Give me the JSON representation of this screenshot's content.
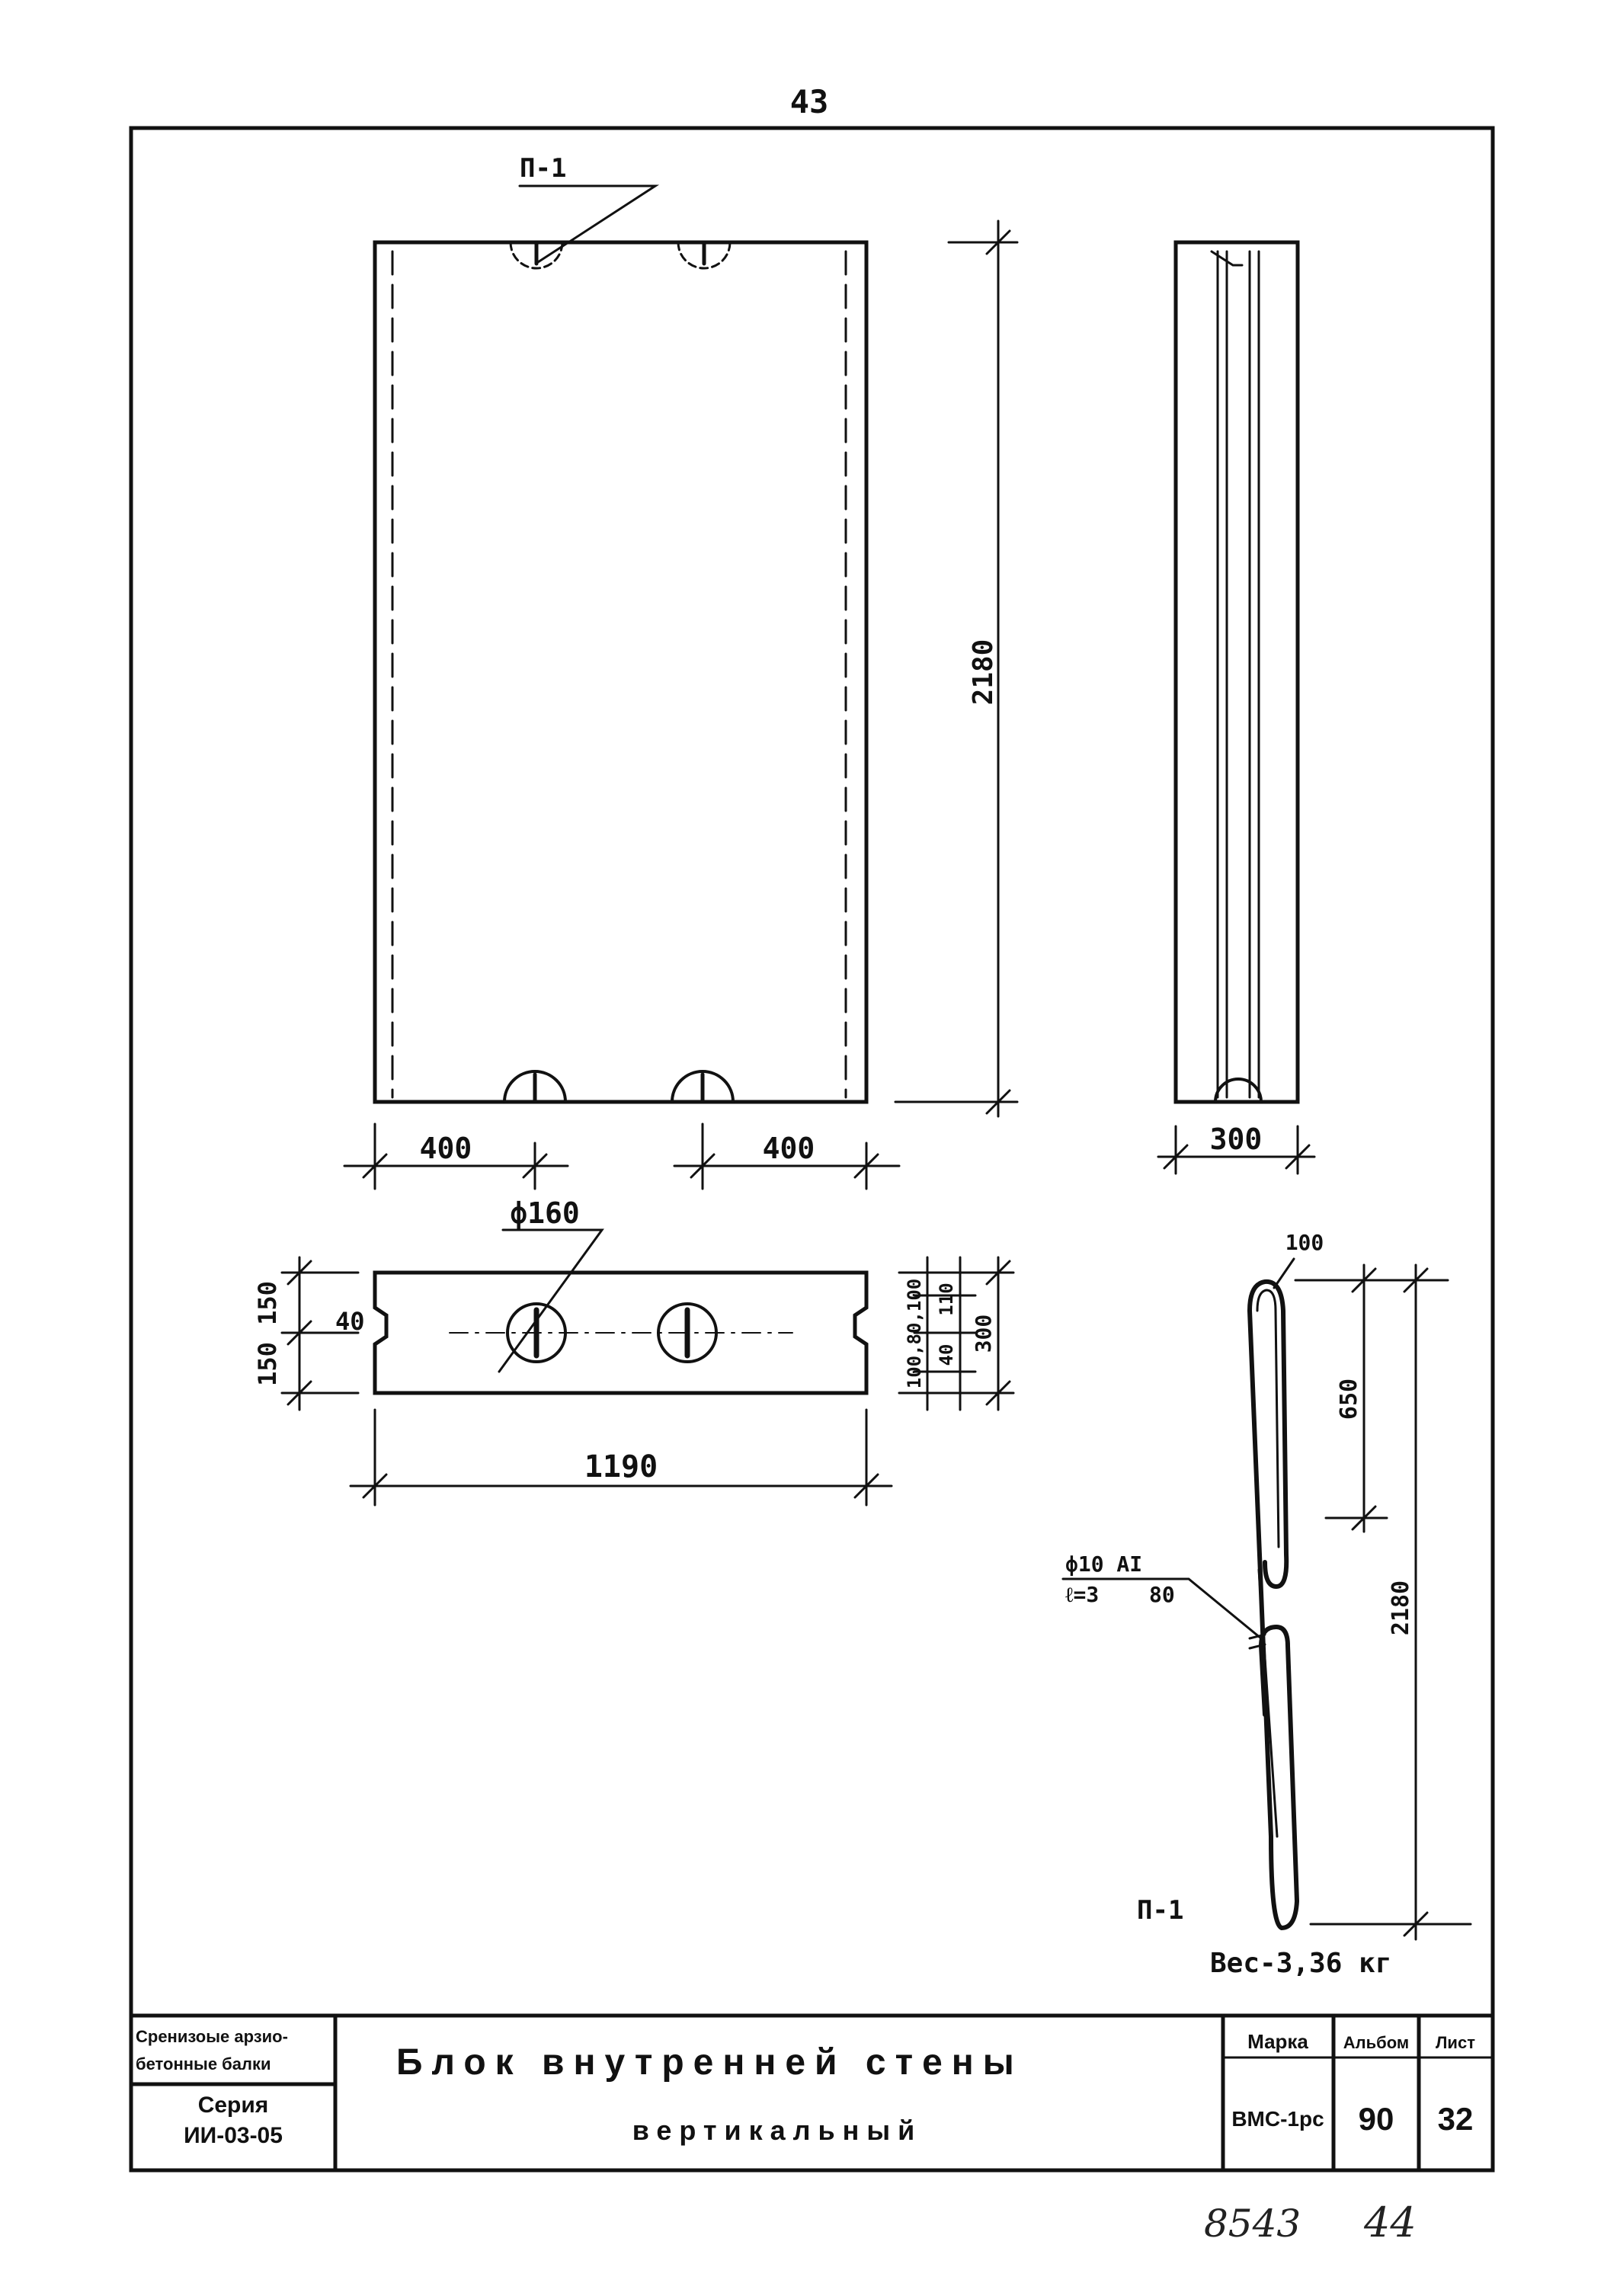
{
  "sheet": {
    "page_number": "43",
    "handwritten_note_left": "8543",
    "handwritten_note_right": "44"
  },
  "drawing": {
    "callout_loop": "П-1",
    "dim_height_main": "2180",
    "dim_thickness": "300",
    "dim_edge_left": "400",
    "dim_edge_right": "400",
    "dim_hole_diameter": "ф160",
    "dim_plan_150_a": "150",
    "dim_plan_150_b": "150",
    "dim_notch_depth": "40",
    "dim_width": "1190",
    "dim_side_stack": "100,80,100",
    "dim_side_inner": "110",
    "dim_side_small": "40",
    "dim_side_total": "300",
    "loop_top_dim": "100",
    "loop_dim_upper": "650",
    "loop_dim_total": "2180",
    "rebar_spec_top": "ф10 AI",
    "rebar_spec_bottom_left": "ℓ=3",
    "rebar_spec_bottom_right": "80",
    "loop_name": "П-1",
    "loop_weight": "Вес-3,36 кг"
  },
  "title_block": {
    "series_name_line1": "Сренизоые арзио-",
    "series_name_line2": "бетонные балки",
    "series_label": "Серия",
    "series_code": "ИИ-03-05",
    "title_line1": "Блок внутренней стены",
    "title_line2": "вертикальный",
    "col_mark": "Марка",
    "col_album": "Альбом",
    "col_sheet": "Лист",
    "mark_value": "ВМС-1рс",
    "album_value": "90",
    "sheet_value": "32"
  }
}
